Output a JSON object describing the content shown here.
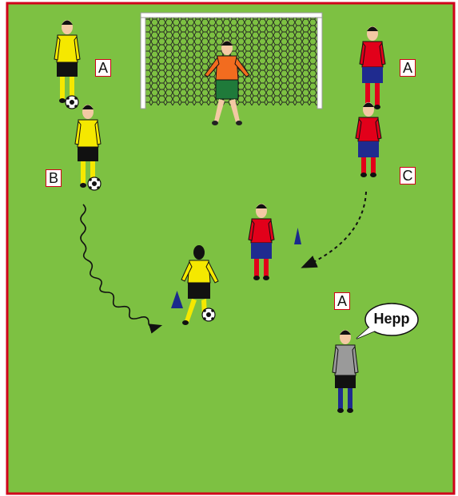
{
  "colors": {
    "field": "#7dc142",
    "border": "#d0021b",
    "team_yellow_shirt": "#f5e800",
    "team_red_shirt": "#e2001a",
    "team_red_shorts": "#1f2b8f",
    "keeper_shirt": "#f26c1f",
    "keeper_shorts": "#1f7a3a",
    "coach_shirt": "#9a9a9a",
    "cone": "#1a2a8c"
  },
  "labels": {
    "yellow_top": "A",
    "red_top": "A",
    "yellow_second": "B",
    "red_second": "C",
    "coach": "A"
  },
  "speech": "Hepp",
  "icons": [
    "goal-net-icon",
    "soccer-ball-icon",
    "cone-icon",
    "dribble-path-arrow-icon",
    "run-path-arrow-icon",
    "speech-bubble-icon"
  ]
}
